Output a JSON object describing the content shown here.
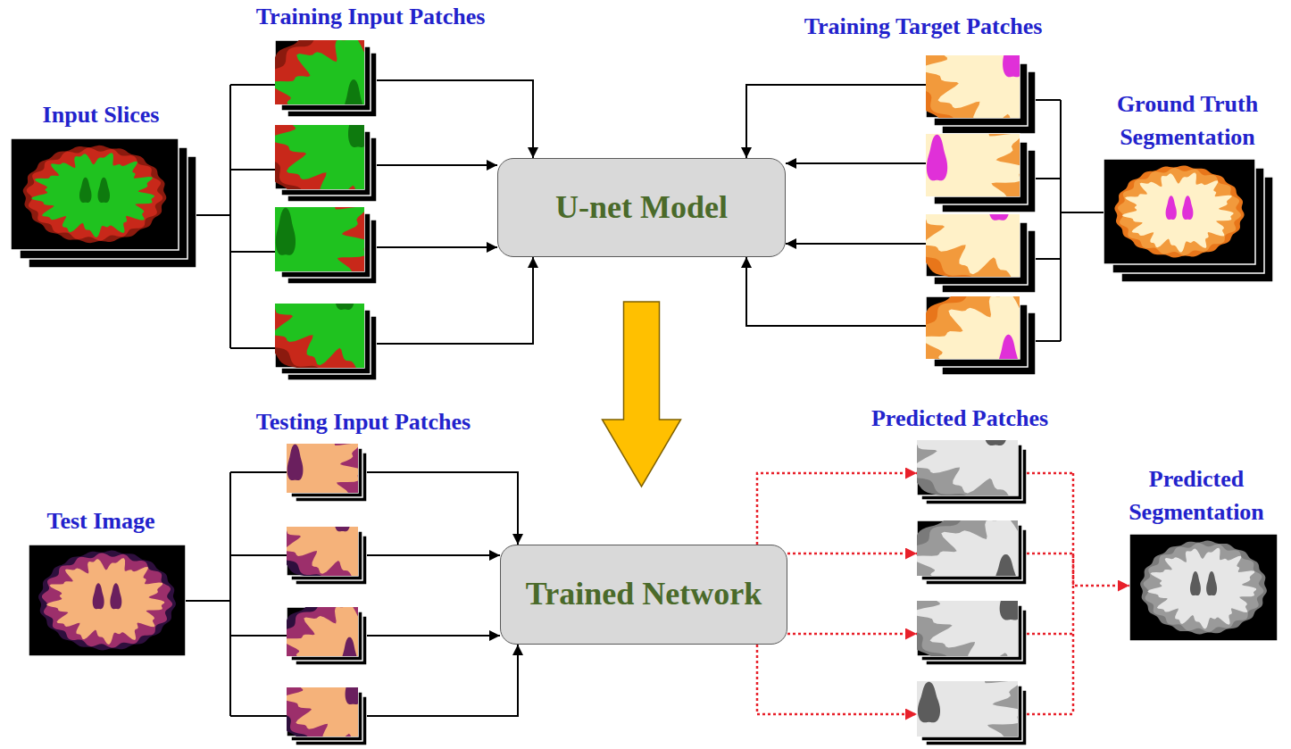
{
  "diagram": {
    "nodes": [
      {
        "text": [
          "Input Slices"
        ]
      },
      {
        "text": [
          "Training Input Patches"
        ]
      },
      {
        "text": [
          "U-net Model"
        ]
      },
      {
        "text": [
          "Training Target Patches"
        ]
      },
      {
        "text": [
          "Ground Truth Segmentation"
        ]
      },
      {
        "text": [
          "Test Image"
        ]
      },
      {
        "text": [
          "Testing Input Patches"
        ]
      },
      {
        "text": [
          "Trained Network"
        ]
      },
      {
        "text": [
          "Predicted Patches"
        ]
      },
      {
        "text": [
          "Predicted Segmentation"
        ]
      }
    ],
    "edges": [
      {
        "from": 0,
        "to": 1,
        "arrow": "none"
      },
      {
        "from": 1,
        "to": 2,
        "arrow": "to"
      },
      {
        "from": 4,
        "to": 3,
        "arrow": "none"
      },
      {
        "from": 3,
        "to": 2,
        "arrow": "to"
      },
      {
        "from": 2,
        "to": 7,
        "arrow": "to"
      },
      {
        "from": 5,
        "to": 6,
        "arrow": "none"
      },
      {
        "from": 6,
        "to": 7,
        "arrow": "to"
      },
      {
        "from": 7,
        "to": 8,
        "arrow": "to"
      },
      {
        "from": 8,
        "to": 9,
        "arrow": "to"
      }
    ]
  }
}
